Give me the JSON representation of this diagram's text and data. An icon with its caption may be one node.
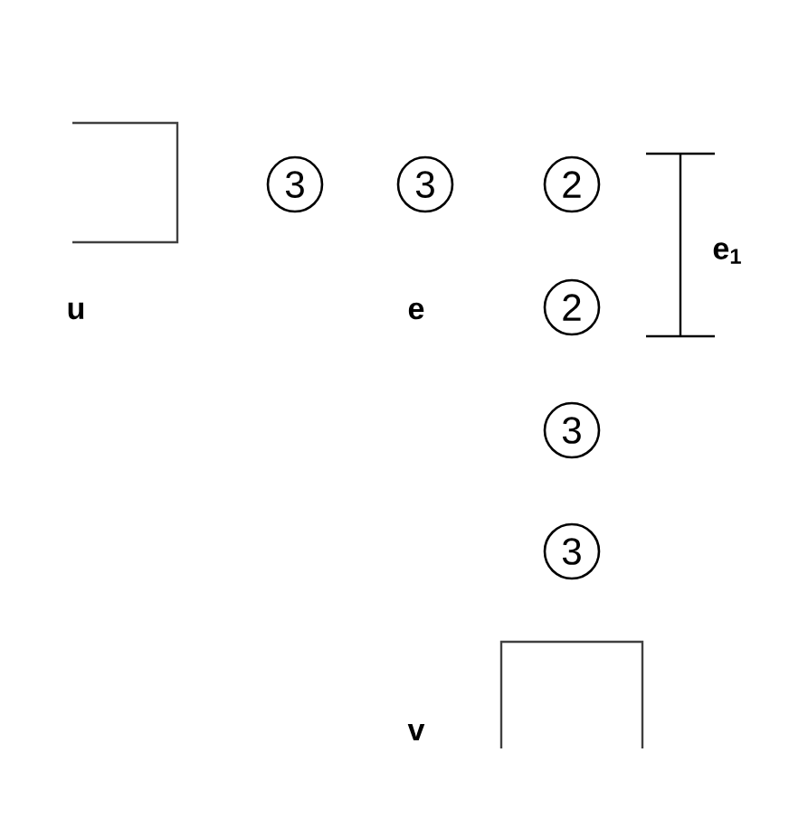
{
  "diagram": {
    "nodes": [
      {
        "text": [
          "3"
        ]
      },
      {
        "text": [
          "3"
        ]
      },
      {
        "text": [
          "2"
        ]
      },
      {
        "text": [
          "2"
        ]
      },
      {
        "text": [
          "3"
        ]
      },
      {
        "text": [
          "3"
        ]
      }
    ],
    "labels": [
      "e$_{1}$",
      "u",
      "e",
      "v"
    ]
  }
}
